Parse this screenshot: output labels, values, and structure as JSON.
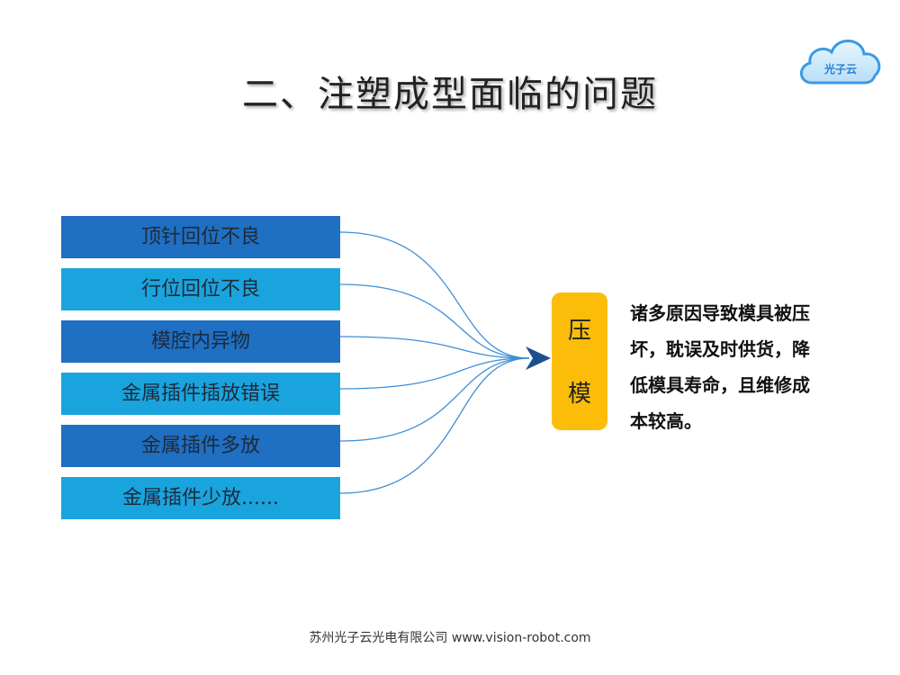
{
  "title": "二、注塑成型面临的问题",
  "logo": {
    "text": "光子云",
    "icon": "cloud-logo-icon"
  },
  "problems": [
    {
      "label": "顶针回位不良",
      "tone": "dark"
    },
    {
      "label": "行位回位不良",
      "tone": "light"
    },
    {
      "label": "模腔内异物",
      "tone": "dark"
    },
    {
      "label": "金属插件插放错误",
      "tone": "light"
    },
    {
      "label": "金属插件多放",
      "tone": "dark"
    },
    {
      "label": "金属插件少放......",
      "tone": "light"
    }
  ],
  "result": {
    "line1": "压",
    "line2": "模"
  },
  "description": "诸多原因导致模具被压坏，耽误及时供货，降低模具寿命，且维修成本较高。",
  "footer": "苏州光子云光电有限公司 www.vision-robot.com",
  "colors": {
    "dark_box": "#1f6fc2",
    "light_box": "#1aa4de",
    "result_box": "#fbbd0a",
    "connector": "#3d8fd8",
    "arrow": "#1d4f8c"
  }
}
